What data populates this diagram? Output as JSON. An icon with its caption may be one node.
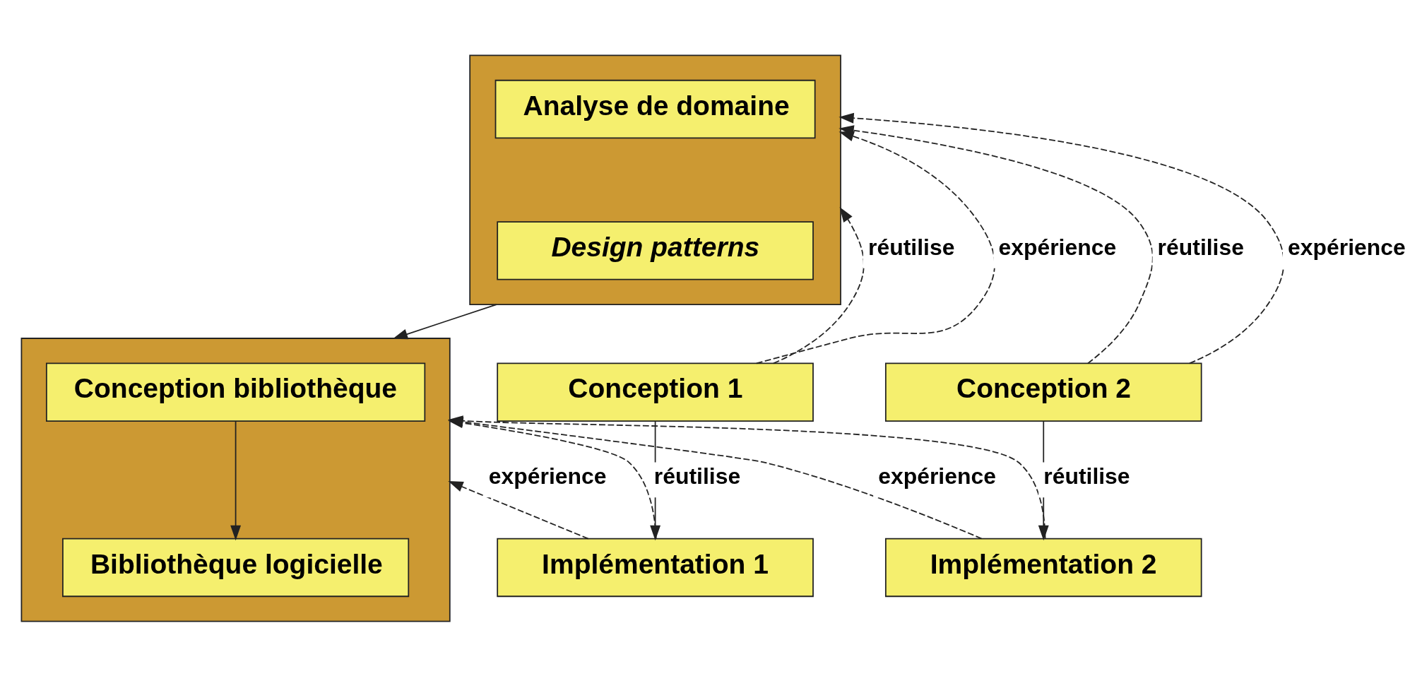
{
  "diagram": {
    "nodes": [
      {
        "text": [],
        "shape": "box"
      },
      {
        "text": [
          "Analyse de domaine"
        ],
        "in": 0
      },
      {
        "text": [
          "Design patterns"
        ],
        "in": 0
      },
      {
        "text": [
          "Conception 1"
        ]
      },
      {
        "text": [
          "Conception 2"
        ]
      },
      {
        "text": [],
        "shape": "box"
      },
      {
        "text": [
          "Conception bibliothèque"
        ],
        "in": 5
      },
      {
        "text": [
          "Bibliothèque logicielle"
        ],
        "in": 5
      },
      {
        "text": [
          "Implémentation 1"
        ]
      },
      {
        "text": [
          "Implémentation 2"
        ]
      }
    ],
    "edges": [
      {
        "from": 3,
        "to": 0,
        "arrow": "to",
        "label": "réutilise",
        "style": "dashed"
      },
      {
        "from": 3,
        "to": 0,
        "arrow": "to",
        "label": "expérience",
        "style": "dashed"
      },
      {
        "from": 4,
        "to": 0,
        "arrow": "to",
        "label": "réutilise",
        "style": "dashed"
      },
      {
        "from": 4,
        "to": 0,
        "arrow": "to",
        "label": "expérience",
        "style": "dashed"
      },
      {
        "from": 0,
        "to": 5,
        "arrow": "to"
      },
      {
        "from": 6,
        "to": 7,
        "arrow": "to"
      },
      {
        "from": 3,
        "to": 8,
        "arrow": "to"
      },
      {
        "from": 4,
        "to": 9,
        "arrow": "to"
      },
      {
        "from": 8,
        "to": 5,
        "arrow": "to",
        "label": "expérience",
        "style": "dashed"
      },
      {
        "from": 8,
        "to": 5,
        "arrow": "to",
        "label": "réutilise",
        "style": "dashed"
      },
      {
        "from": 9,
        "to": 5,
        "arrow": "to",
        "label": "expérience",
        "style": "dashed"
      },
      {
        "from": 9,
        "to": 5,
        "arrow": "to",
        "label": "réutilise",
        "style": "dashed"
      }
    ]
  }
}
